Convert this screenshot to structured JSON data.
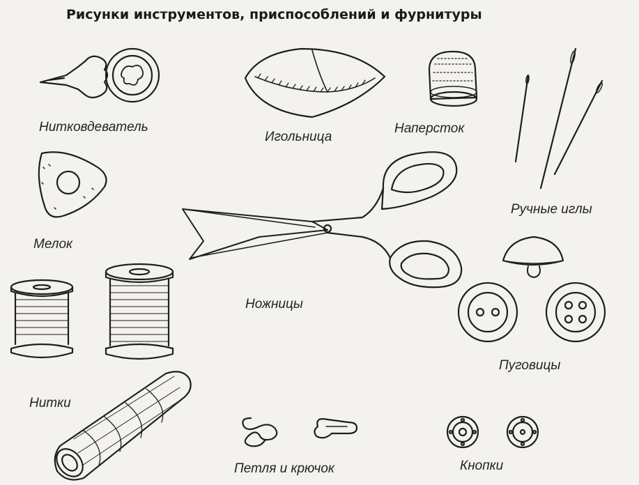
{
  "title": "Рисунки инструментов, приспособлений и фурнитуры",
  "labels": {
    "threader": "Нитковдеватель",
    "needle_case": "Игольница",
    "thimble": "Наперсток",
    "hand_needles": "Ручные иглы",
    "chalk": "Мелок",
    "scissors": "Ножницы",
    "buttons": "Пуговицы",
    "threads": "Нитки",
    "hook_and_eye": "Петля и крючок",
    "snaps": "Кнопки"
  },
  "colors": {
    "ink": "#1e1e1e",
    "paper": "#f4f2ee"
  }
}
